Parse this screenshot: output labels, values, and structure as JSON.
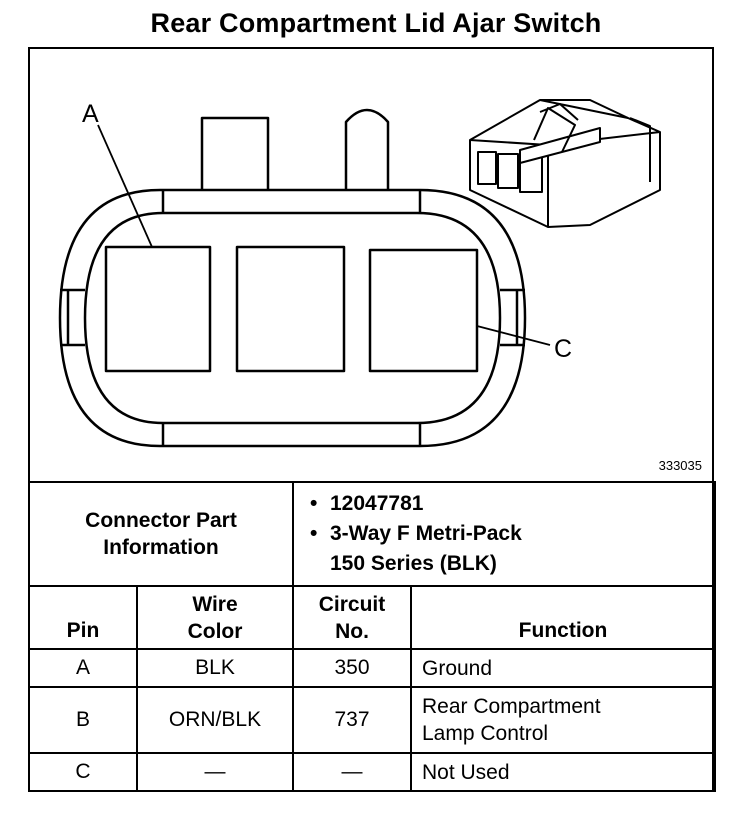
{
  "title": "Rear Compartment Lid Ajar Switch",
  "diagram": {
    "label_a": "A",
    "label_c": "C",
    "figure_number": "333035"
  },
  "connector_info": {
    "label_line1": "Connector Part",
    "label_line2": "Information",
    "bullet": "•",
    "part_number": "12047781",
    "description_line1": "3-Way F Metri-Pack",
    "description_line2": "150 Series (BLK)"
  },
  "table": {
    "headers": {
      "pin": "Pin",
      "wire_color_1": "Wire",
      "wire_color_2": "Color",
      "circuit_1": "Circuit",
      "circuit_2": "No.",
      "function": "Function"
    },
    "rows": [
      {
        "pin": "A",
        "wire": "BLK",
        "circuit": "350",
        "function_1": "Ground",
        "function_2": ""
      },
      {
        "pin": "B",
        "wire": "ORN/BLK",
        "circuit": "737",
        "function_1": "Rear Compartment",
        "function_2": "Lamp Control"
      },
      {
        "pin": "C",
        "wire": "—",
        "circuit": "—",
        "function_1": "Not Used",
        "function_2": ""
      }
    ]
  }
}
